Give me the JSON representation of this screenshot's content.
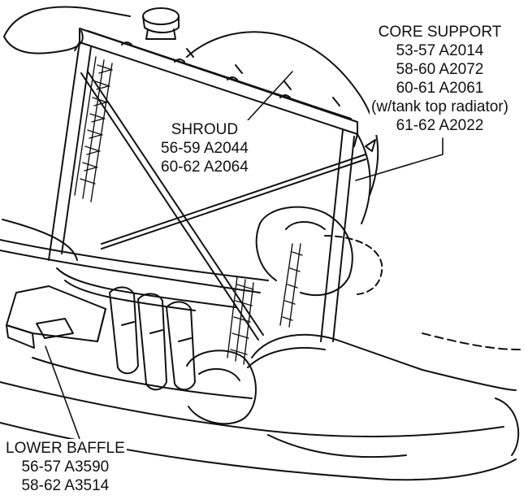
{
  "labels": {
    "core_support": {
      "title": "CORE SUPPORT",
      "lines": [
        "53-57  A2014",
        "58-60  A2072",
        "60-61  A2061",
        "(w/tank top radiator)",
        "61-62  A2022"
      ]
    },
    "shroud": {
      "title": "SHROUD",
      "lines": [
        "56-59  A2044",
        "60-62  A2064"
      ]
    },
    "lower_baffle": {
      "title": "LOWER BAFFLE",
      "lines": [
        "56-57  A3590",
        "58-62  A3514"
      ]
    }
  }
}
